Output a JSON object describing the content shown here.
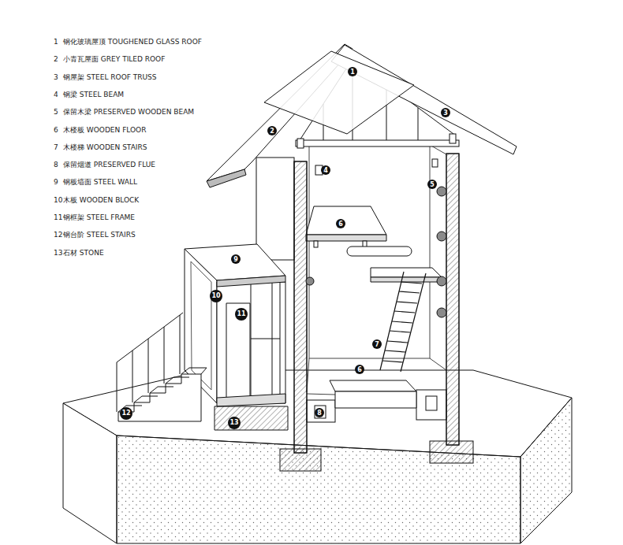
{
  "diagram": {
    "nodes": [
      {
        "text": [
          "1"
        ]
      },
      {
        "text": [
          "3"
        ]
      },
      {
        "text": [
          "2"
        ]
      },
      {
        "text": [
          "4"
        ]
      },
      {
        "text": [
          "5"
        ]
      },
      {
        "text": [
          "6"
        ]
      },
      {
        "text": [
          "9"
        ]
      },
      {
        "text": [
          "10"
        ]
      },
      {
        "text": [
          "11"
        ]
      },
      {
        "text": [
          "7"
        ]
      },
      {
        "text": [
          "6"
        ]
      },
      {
        "text": [
          "8"
        ]
      },
      {
        "text": [
          "12"
        ]
      },
      {
        "text": [
          "13"
        ]
      }
    ],
    "labels": [
      "1",
      "钢化玻璃屋顶 TOUGHENED GLASS ROOF",
      "2",
      "小青瓦屋面 GREY TILED ROOF",
      "3",
      "钢屋架 STEEL ROOF TRUSS",
      "4",
      "钢梁 STEEL BEAM",
      "5",
      "保留木梁 PRESERVED WOODEN BEAM",
      "6",
      "木楼板 WOODEN FLOOR",
      "7",
      "木楼梯 WOODEN STAIRS",
      "8",
      "保留烟道 PRESERVED FLUE",
      "9",
      "钢板墙面 STEEL WALL",
      "10",
      "木板 WOODEN BLOCK",
      "11",
      "钢框架 STEEL FRAME",
      "12",
      "钢台阶 STEEL STAIRS",
      "13",
      "石材 STONE"
    ]
  }
}
